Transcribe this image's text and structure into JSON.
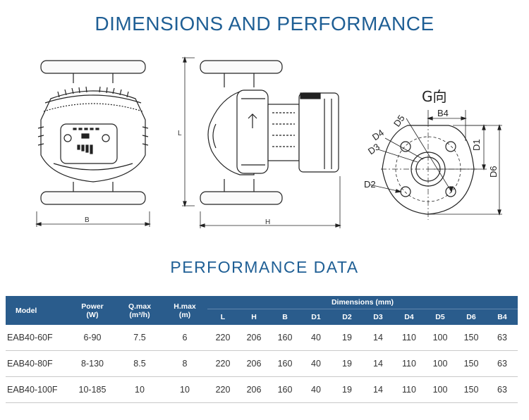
{
  "page": {
    "title": "DIMENSIONS AND PERFORMANCE",
    "subtitle": "PERFORMANCE DATA"
  },
  "drawing": {
    "label_B": "B",
    "label_L": "L",
    "label_H": "H",
    "view_title": "G向",
    "labels": {
      "B4": "B4",
      "D1": "D1",
      "D2": "D2",
      "D3": "D3",
      "D4": "D4",
      "D5": "D5",
      "D6": "D6"
    }
  },
  "table": {
    "headers": {
      "model": "Model",
      "power_line1": "Power",
      "power_line2": "(W)",
      "qmax_line1": "Q.max",
      "qmax_line2": "(m³/h)",
      "hmax_line1": "H.max",
      "hmax_line2": "(m)",
      "dimensions": "Dimensions (mm)",
      "dim_cols": [
        "L",
        "H",
        "B",
        "D1",
        "D2",
        "D3",
        "D4",
        "D5",
        "D6",
        "B4"
      ]
    },
    "rows": [
      {
        "model": "EAB40-60F",
        "power": "6-90",
        "qmax": "7.5",
        "hmax": "6",
        "dims": [
          "220",
          "206",
          "160",
          "40",
          "19",
          "14",
          "110",
          "100",
          "150",
          "63"
        ]
      },
      {
        "model": "EAB40-80F",
        "power": "8-130",
        "qmax": "8.5",
        "hmax": "8",
        "dims": [
          "220",
          "206",
          "160",
          "40",
          "19",
          "14",
          "110",
          "100",
          "150",
          "63"
        ]
      },
      {
        "model": "EAB40-100F",
        "power": "10-185",
        "qmax": "10",
        "hmax": "10",
        "dims": [
          "220",
          "206",
          "160",
          "40",
          "19",
          "14",
          "110",
          "100",
          "150",
          "63"
        ]
      }
    ]
  }
}
